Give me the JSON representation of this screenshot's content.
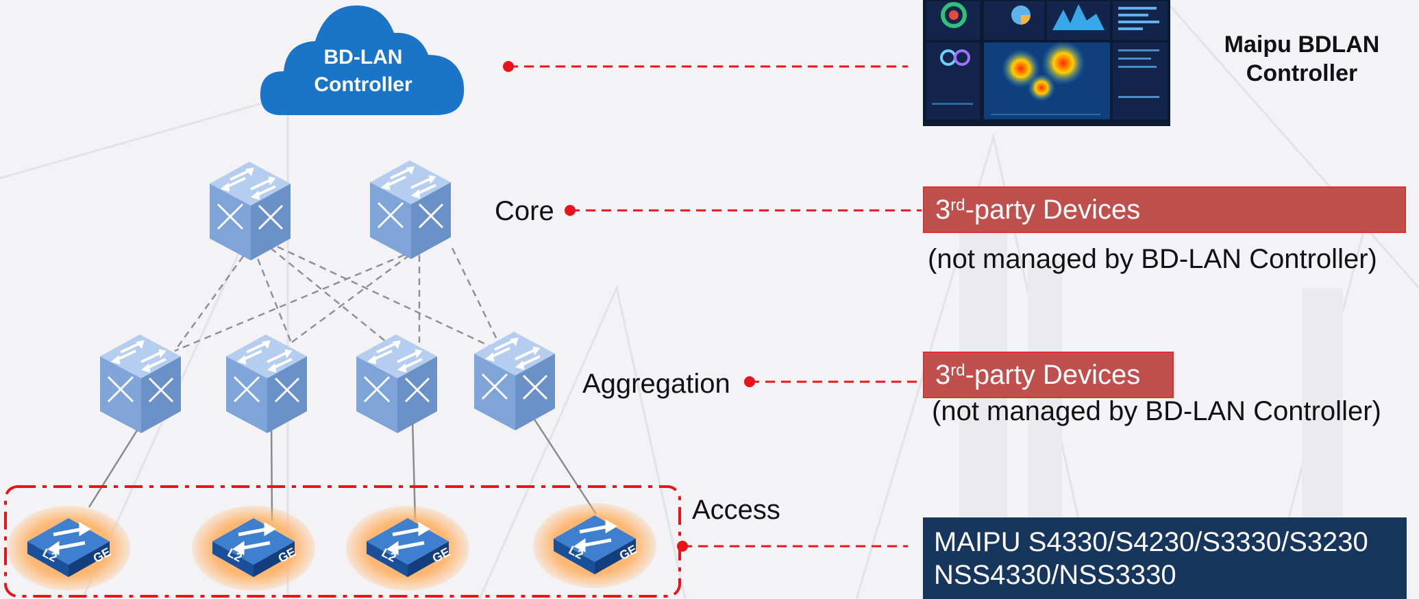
{
  "cloud": {
    "line1": "BD-LAN",
    "line2": "Controller"
  },
  "controller_product": {
    "line1": "Maipu BDLAN",
    "line2": "Controller"
  },
  "layers": {
    "core": "Core",
    "aggregation": "Aggregation",
    "access": "Access"
  },
  "core_box": {
    "prefix": "3",
    "sup": "rd",
    "suffix": "-party Devices"
  },
  "core_note": "(not managed by BD-LAN Controller)",
  "agg_box": {
    "prefix": "3",
    "sup": "rd",
    "suffix": "-party Devices"
  },
  "agg_note": "(not managed by BD-LAN Controller)",
  "access_box": {
    "line1": "MAIPU S4330/S4230/S3330/S3230",
    "line2": "NSS4330/NSS3330"
  },
  "switch_labels": {
    "left": "L2",
    "right": "GE"
  },
  "colors": {
    "leader": "#e8141a",
    "cloud": "#1a74c7",
    "switch": "#7ea4d8",
    "access_switch": "#1f5fb4",
    "red_box": "#c0504d",
    "navy_box": "#17365d"
  },
  "icons": {
    "cloud": "cloud-icon",
    "core_switch": "l3-switch-icon",
    "agg_switch": "l3-switch-icon",
    "access_switch": "l2-switch-icon",
    "dashboard": "dashboard-thumbnail-icon"
  }
}
